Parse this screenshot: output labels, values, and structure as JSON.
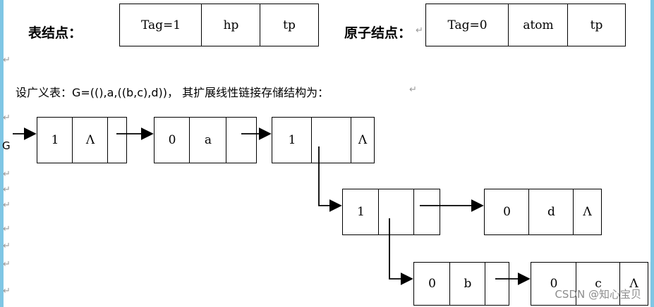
{
  "legend": {
    "table_label": "表结点：",
    "atom_label": "原子结点：",
    "table_fields": [
      "Tag=1",
      "hp",
      "tp"
    ],
    "atom_fields": [
      "Tag=0",
      "atom",
      "tp"
    ]
  },
  "description": "设广义表：G=((),a,((b,c),d))，  其扩展线性链接存储结构为：",
  "head_pointer_label": "G",
  "null_symbol": "Λ",
  "nodes": [
    {
      "id": "n1",
      "cells": [
        "1",
        "Λ",
        ""
      ]
    },
    {
      "id": "n2",
      "cells": [
        "0",
        "a",
        ""
      ]
    },
    {
      "id": "n3",
      "cells": [
        "1",
        "",
        "Λ"
      ]
    },
    {
      "id": "n4",
      "cells": [
        "1",
        "",
        ""
      ]
    },
    {
      "id": "n5",
      "cells": [
        "0",
        "d",
        "Λ"
      ]
    },
    {
      "id": "n6",
      "cells": [
        "0",
        "b",
        ""
      ]
    },
    {
      "id": "n7",
      "cells": [
        "0",
        "c",
        "Λ"
      ]
    }
  ],
  "watermark": "CSDN @知心宝贝",
  "colors": {
    "accent": "#7fc6e4",
    "line": "#000000",
    "mark": "#9a9a9a"
  }
}
